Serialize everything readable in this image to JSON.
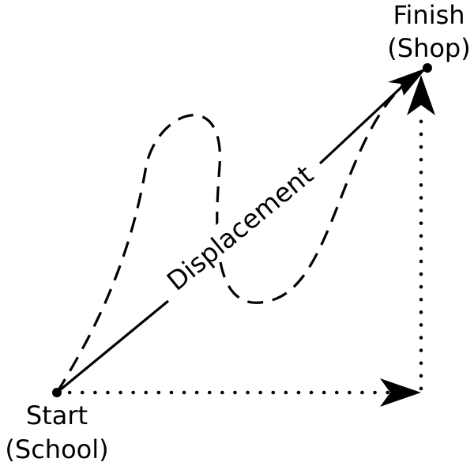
{
  "colors": {
    "ink": "#000000",
    "background": "#ffffff"
  },
  "start": {
    "line1": "Start",
    "line2": "(School)"
  },
  "finish": {
    "line1": "Finish",
    "line2": "(Shop)"
  },
  "displacement": {
    "label": "Displacement"
  }
}
